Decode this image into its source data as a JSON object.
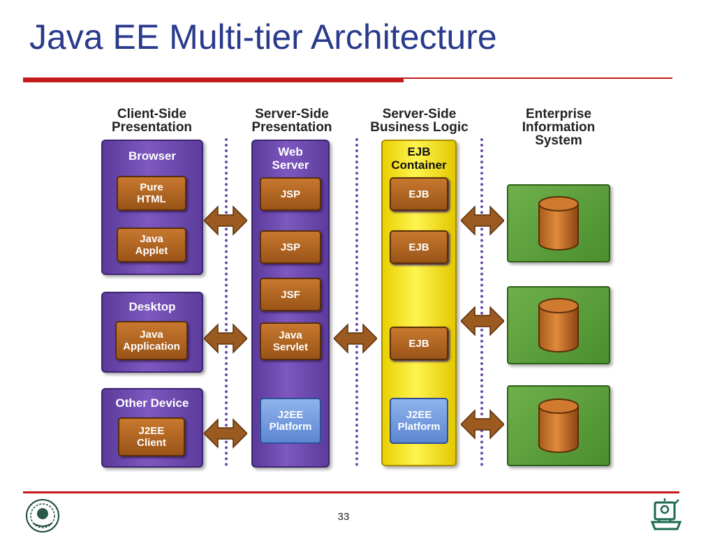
{
  "slide": {
    "title": "Java EE Multi-tier Architecture",
    "page_number": "33"
  },
  "diagram": {
    "columns": [
      {
        "header_line1": "Client-Side",
        "header_line2": "Presentation"
      },
      {
        "header_line1": "Server-Side",
        "header_line2": "Presentation"
      },
      {
        "header_line1": "Server-Side",
        "header_line2": "Business Logic"
      },
      {
        "header_line1": "Enterprise",
        "header_line2": "Information",
        "header_line3": "System"
      }
    ],
    "client": {
      "browser": {
        "label": "Browser",
        "items": [
          {
            "l1": "Pure",
            "l2": "HTML"
          },
          {
            "l1": "Java",
            "l2": "Applet"
          }
        ]
      },
      "desktop": {
        "label": "Desktop",
        "items": [
          {
            "l1": "Java",
            "l2": "Application"
          }
        ]
      },
      "other": {
        "label": "Other Device",
        "items": [
          {
            "l1": "J2EE",
            "l2": "Client"
          }
        ]
      }
    },
    "web_server": {
      "label_line1": "Web",
      "label_line2": "Server",
      "items": [
        "JSP",
        "JSP",
        "JSF"
      ],
      "servlet": {
        "l1": "Java",
        "l2": "Servlet"
      },
      "platform": {
        "l1": "J2EE",
        "l2": "Platform"
      }
    },
    "ejb_container": {
      "label_line1": "EJB",
      "label_line2": "Container",
      "items": [
        "EJB",
        "EJB",
        "EJB"
      ],
      "platform": {
        "l1": "J2EE",
        "l2": "Platform"
      }
    },
    "colors": {
      "tier_purple": "#6b48b0",
      "container_yellow": "#f5e620",
      "component_brown": "#b0662a",
      "platform_blue": "#7aa0e0",
      "eis_green": "#5c9e3c",
      "rule_red": "#c41a1a",
      "title_blue": "#2a3a8c"
    },
    "icons": [
      "bidirectional-arrow-icon",
      "database-icon"
    ]
  }
}
